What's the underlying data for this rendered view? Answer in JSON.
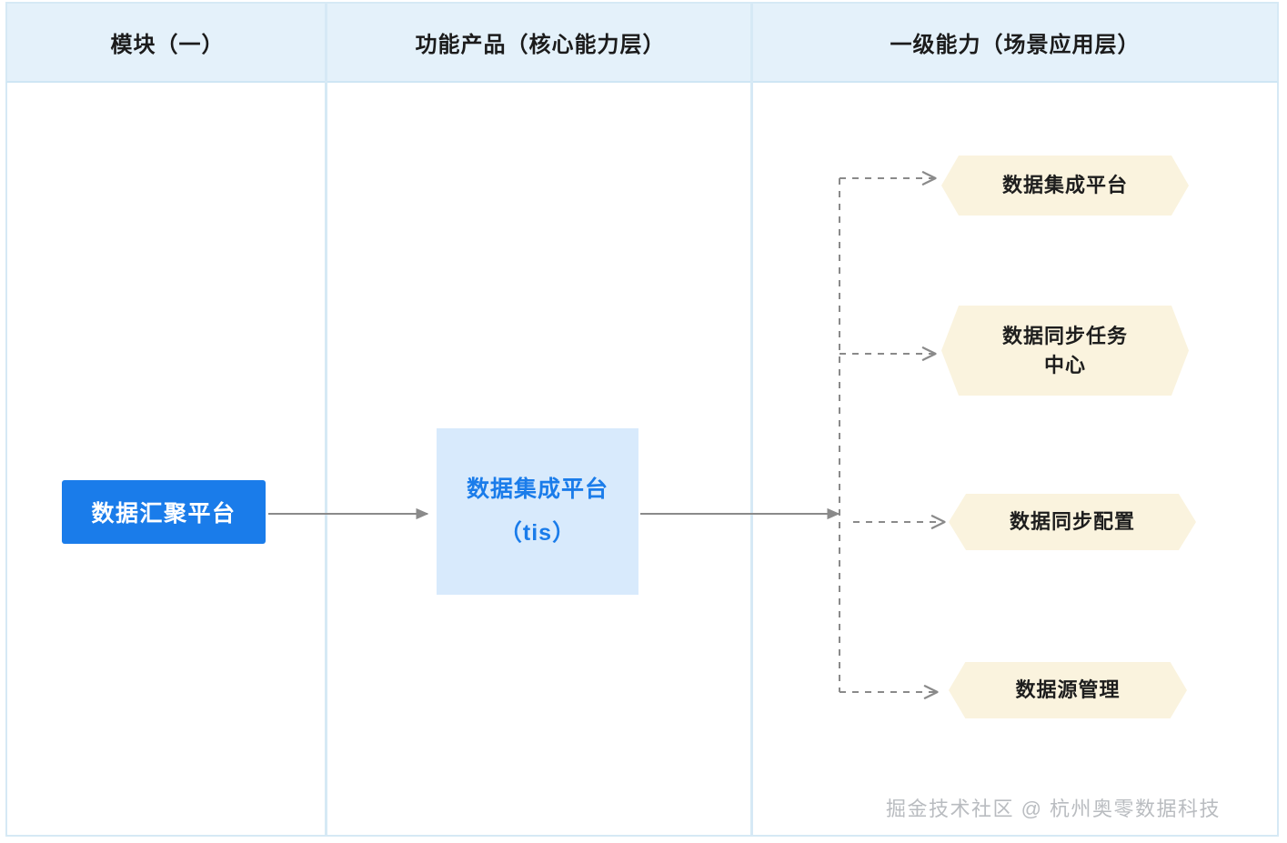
{
  "diagram": {
    "title_columns": [
      {
        "id": "module",
        "label": "模块（一）"
      },
      {
        "id": "capability",
        "label": "功能产品（核心能力层）"
      },
      {
        "id": "scenario",
        "label": "一级能力（场景应用层）"
      }
    ],
    "module_node": {
      "label": "数据汇聚平台",
      "fill": "#1a7cea",
      "text_color": "#ffffff"
    },
    "product_node": {
      "line1": "数据集成平台",
      "line2": "（tis）",
      "fill": "#d8eafc",
      "text_color": "#1a7cea"
    },
    "capabilities": [
      {
        "id": "cap-1",
        "line1": "数据集成平台",
        "line2": ""
      },
      {
        "id": "cap-2",
        "line1": "数据同步任务",
        "line2": "中心"
      },
      {
        "id": "cap-3",
        "line1": "数据同步配置",
        "line2": ""
      },
      {
        "id": "cap-4",
        "line1": "数据源管理",
        "line2": ""
      }
    ],
    "capability_fill": "#faf3de",
    "connector_color": "#8a8a8a",
    "header_fill": "#e4f1fa",
    "border_color": "#d6e9f5"
  },
  "watermark": {
    "text": "掘金技术社区 @ 杭州奥零数据科技"
  }
}
